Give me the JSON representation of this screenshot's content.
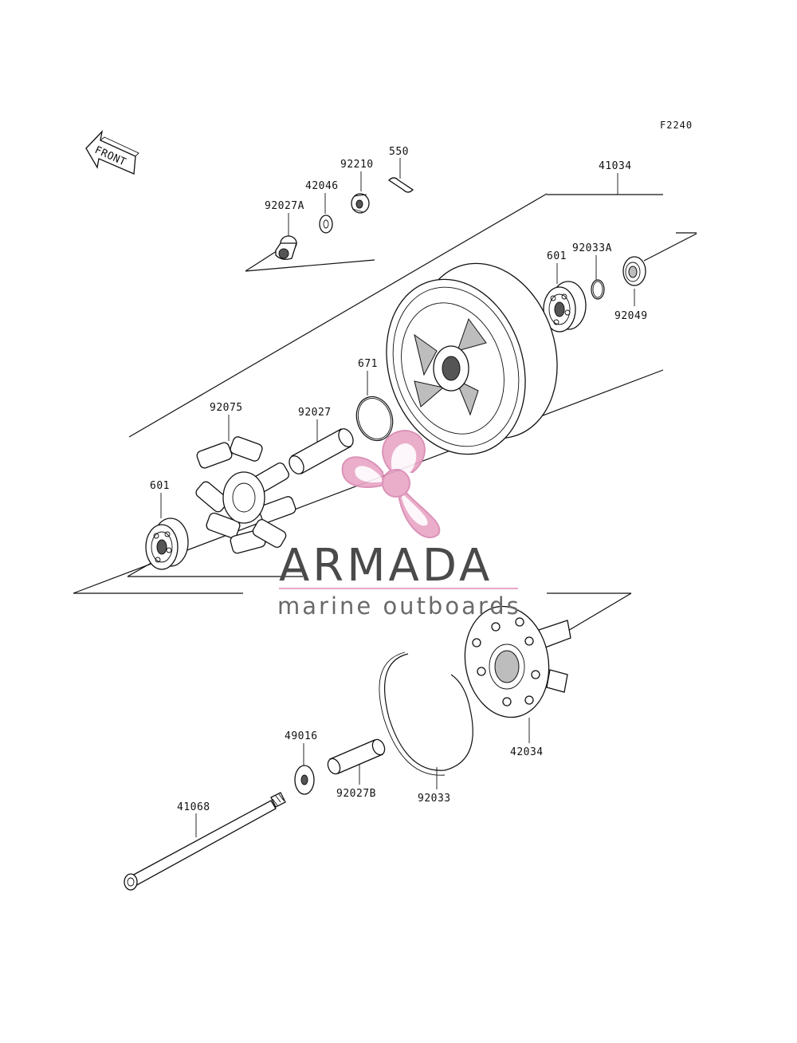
{
  "diagram_code": "F2240",
  "front_label": "FRONT",
  "parts": [
    {
      "id": "p550",
      "number": "550"
    },
    {
      "id": "p92210",
      "number": "92210"
    },
    {
      "id": "p42046",
      "number": "42046"
    },
    {
      "id": "p92027A",
      "number": "92027A"
    },
    {
      "id": "p41034",
      "number": "41034"
    },
    {
      "id": "p601a",
      "number": "601"
    },
    {
      "id": "p92033A",
      "number": "92033A"
    },
    {
      "id": "p92049",
      "number": "92049"
    },
    {
      "id": "p671",
      "number": "671"
    },
    {
      "id": "p92075",
      "number": "92075"
    },
    {
      "id": "p92027",
      "number": "92027"
    },
    {
      "id": "p601b",
      "number": "601"
    },
    {
      "id": "p42034",
      "number": "42034"
    },
    {
      "id": "p49016",
      "number": "49016"
    },
    {
      "id": "p92027B",
      "number": "92027B"
    },
    {
      "id": "p92033",
      "number": "92033"
    },
    {
      "id": "p41068",
      "number": "41068"
    }
  ],
  "watermark": {
    "brand": "ARMADA",
    "tagline": "marine outboards",
    "color": "#e8a6c6"
  }
}
